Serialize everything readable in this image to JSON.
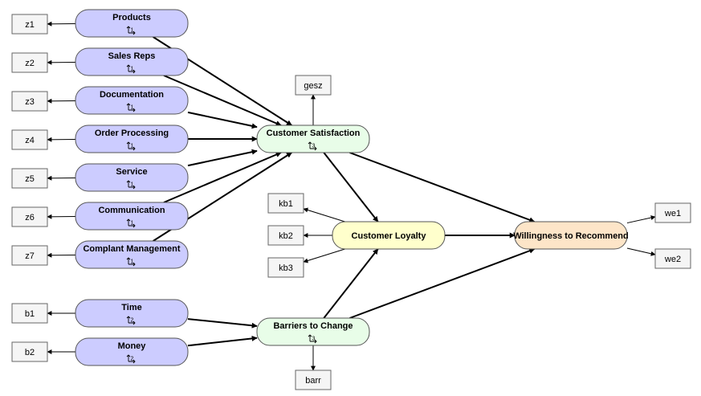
{
  "diagram": {
    "constructs": [
      {
        "id": "products",
        "label": "Products",
        "indicators": "1",
        "color": "#ccccff"
      },
      {
        "id": "sales-reps",
        "label": "Sales Reps",
        "indicators": "1",
        "color": "#ccccff"
      },
      {
        "id": "documentation",
        "label": "Documentation",
        "indicators": "1",
        "color": "#ccccff"
      },
      {
        "id": "order-processing",
        "label": "Order Processing",
        "indicators": "1",
        "color": "#ccccff"
      },
      {
        "id": "service",
        "label": "Service",
        "indicators": "1",
        "color": "#ccccff"
      },
      {
        "id": "communication",
        "label": "Communication",
        "indicators": "1",
        "color": "#ccccff"
      },
      {
        "id": "complaint-management",
        "label": "Complant Management",
        "indicators": "1",
        "color": "#ccccff"
      },
      {
        "id": "time",
        "label": "Time",
        "indicators": "2",
        "color": "#ccccff"
      },
      {
        "id": "money",
        "label": "Money",
        "indicators": "2",
        "color": "#ccccff"
      },
      {
        "id": "customer-satisfaction",
        "label": "Customer Satisfaction",
        "indicators": "3",
        "color": "#e8fde8"
      },
      {
        "id": "barriers-to-change",
        "label": "Barriers to Change",
        "indicators": "3",
        "color": "#e8fde8"
      },
      {
        "id": "customer-loyalty",
        "label": "Customer Loyalty",
        "indicators": "",
        "color": "#ffffcc"
      },
      {
        "id": "willingness-to-recommend",
        "label": "Willingness to Recommend",
        "indicators": "",
        "color": "#fde5c8"
      }
    ],
    "indicators": [
      {
        "id": "z1",
        "label": "z1"
      },
      {
        "id": "z2",
        "label": "z2"
      },
      {
        "id": "z3",
        "label": "z3"
      },
      {
        "id": "z4",
        "label": "z4"
      },
      {
        "id": "z5",
        "label": "z5"
      },
      {
        "id": "z6",
        "label": "z6"
      },
      {
        "id": "z7",
        "label": "z7"
      },
      {
        "id": "b1",
        "label": "b1"
      },
      {
        "id": "b2",
        "label": "b2"
      },
      {
        "id": "gesz",
        "label": "gesz"
      },
      {
        "id": "barr",
        "label": "barr"
      },
      {
        "id": "kb1",
        "label": "kb1"
      },
      {
        "id": "kb2",
        "label": "kb2"
      },
      {
        "id": "kb3",
        "label": "kb3"
      },
      {
        "id": "we1",
        "label": "we1"
      },
      {
        "id": "we2",
        "label": "we2"
      }
    ],
    "paths": [
      {
        "from": "products",
        "to": "customer-satisfaction"
      },
      {
        "from": "sales-reps",
        "to": "customer-satisfaction"
      },
      {
        "from": "documentation",
        "to": "customer-satisfaction"
      },
      {
        "from": "order-processing",
        "to": "customer-satisfaction"
      },
      {
        "from": "service",
        "to": "customer-satisfaction"
      },
      {
        "from": "communication",
        "to": "customer-satisfaction"
      },
      {
        "from": "complaint-management",
        "to": "customer-satisfaction"
      },
      {
        "from": "time",
        "to": "barriers-to-change"
      },
      {
        "from": "money",
        "to": "barriers-to-change"
      },
      {
        "from": "customer-satisfaction",
        "to": "customer-loyalty"
      },
      {
        "from": "barriers-to-change",
        "to": "customer-loyalty"
      },
      {
        "from": "customer-satisfaction",
        "to": "willingness-to-recommend"
      },
      {
        "from": "customer-loyalty",
        "to": "willingness-to-recommend"
      },
      {
        "from": "barriers-to-change",
        "to": "willingness-to-recommend"
      }
    ],
    "measurements": [
      {
        "from": "products",
        "to": "z1"
      },
      {
        "from": "sales-reps",
        "to": "z2"
      },
      {
        "from": "documentation",
        "to": "z3"
      },
      {
        "from": "order-processing",
        "to": "z4"
      },
      {
        "from": "service",
        "to": "z5"
      },
      {
        "from": "communication",
        "to": "z6"
      },
      {
        "from": "complaint-management",
        "to": "z7"
      },
      {
        "from": "time",
        "to": "b1"
      },
      {
        "from": "money",
        "to": "b2"
      },
      {
        "from": "customer-satisfaction",
        "to": "gesz"
      },
      {
        "from": "barriers-to-change",
        "to": "barr"
      },
      {
        "from": "customer-loyalty",
        "to": "kb1"
      },
      {
        "from": "customer-loyalty",
        "to": "kb2"
      },
      {
        "from": "customer-loyalty",
        "to": "kb3"
      },
      {
        "from": "willingness-to-recommend",
        "to": "we1"
      },
      {
        "from": "willingness-to-recommend",
        "to": "we2"
      }
    ]
  }
}
